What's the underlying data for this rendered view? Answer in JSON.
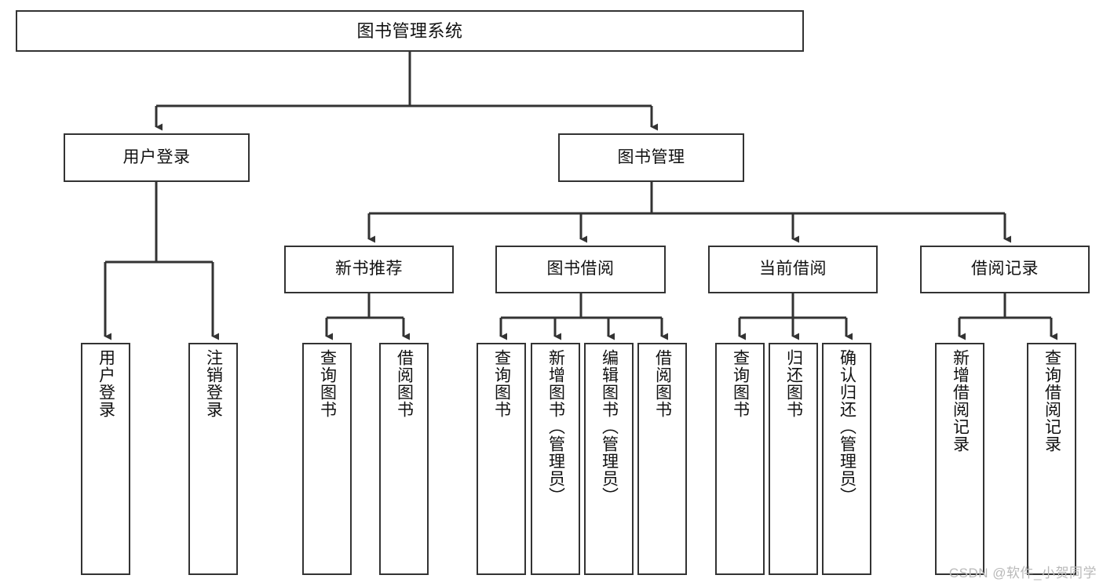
{
  "diagram": {
    "title": "图书管理系统",
    "type": "tree-hierarchy-chart",
    "watermark": "CSDN @软件_小贺同学",
    "colors": {
      "box_border": "#333333",
      "box_fill": "#ffffff",
      "connector": "#333333",
      "text": "#111111",
      "watermark": "#b9b9b9",
      "page_background": "#ffffff"
    },
    "root": {
      "label": "图书管理系统"
    },
    "level2": [
      {
        "label": "用户登录"
      },
      {
        "label": "图书管理"
      }
    ],
    "level3": [
      {
        "label": "新书推荐"
      },
      {
        "label": "图书借阅"
      },
      {
        "label": "当前借阅"
      },
      {
        "label": "借阅记录"
      }
    ],
    "leaves": {
      "user_login": [
        {
          "label": "用户登录"
        },
        {
          "label": "注销登录"
        }
      ],
      "new_book_recommend": [
        {
          "label": "查询图书"
        },
        {
          "label": "借阅图书"
        }
      ],
      "book_borrow": [
        {
          "label": "查询图书"
        },
        {
          "label": "新增图书（管理员）"
        },
        {
          "label": "编辑图书（管理员）"
        },
        {
          "label": "借阅图书"
        }
      ],
      "current_borrow": [
        {
          "label": "查询图书"
        },
        {
          "label": "归还图书"
        },
        {
          "label": "确认归还（管理员）"
        }
      ],
      "borrow_record": [
        {
          "label": "新增借阅记录"
        },
        {
          "label": "查询借阅记录"
        }
      ]
    }
  }
}
